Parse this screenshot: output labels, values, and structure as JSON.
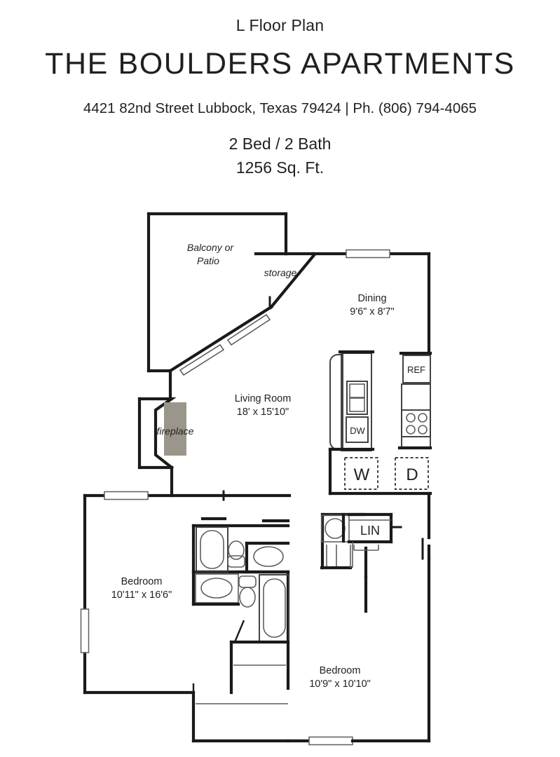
{
  "header": {
    "plan_name": "L Floor Plan",
    "property_name": "THE BOULDERS APARTMENTS",
    "address_line": "4421 82nd Street Lubbock, Texas 79424 | Ph. (806) 794-4065",
    "beds_baths": "2 Bed / 2 Bath",
    "square_feet": "1256 Sq. Ft."
  },
  "floorplan": {
    "rooms": [
      {
        "id": "balcony",
        "name": "Balcony or",
        "name_line2": "Patio",
        "dimensions": ""
      },
      {
        "id": "storage",
        "name": "storage",
        "dimensions": ""
      },
      {
        "id": "dining",
        "name": "Dining",
        "dimensions": "9'6\" x 8'7\""
      },
      {
        "id": "living-room",
        "name": "Living Room",
        "dimensions": "18' x 15'10\""
      },
      {
        "id": "fireplace",
        "name": "fireplace",
        "dimensions": ""
      },
      {
        "id": "bedroom-left",
        "name": "Bedroom",
        "dimensions": "10'11\" x 16'6\""
      },
      {
        "id": "bedroom-right",
        "name": "Bedroom",
        "dimensions": "10'9\" x 10'10\""
      }
    ],
    "appliances": [
      {
        "id": "refrigerator",
        "label": "REF"
      },
      {
        "id": "dishwasher",
        "label": "DW"
      },
      {
        "id": "washer",
        "label": "W"
      },
      {
        "id": "dryer",
        "label": "D"
      },
      {
        "id": "linen-closet",
        "label": "LIN"
      }
    ],
    "colors": {
      "wall": "#1a1a1a",
      "thin_line": "#6f6f6f",
      "fireplace_fill": "#9b968b",
      "background": "#ffffff"
    }
  }
}
